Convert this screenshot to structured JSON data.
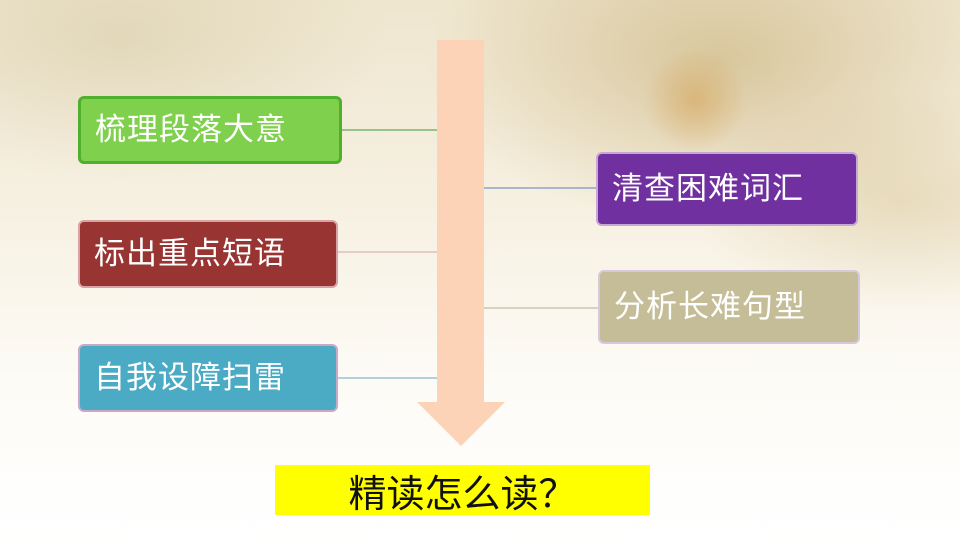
{
  "diagram": {
    "left_items": [
      {
        "label": "梳理段落大意"
      },
      {
        "label": "标出重点短语"
      },
      {
        "label": "自我设障扫雷"
      }
    ],
    "right_items": [
      {
        "label": "清查困难词汇"
      },
      {
        "label": "分析长难句型"
      }
    ],
    "bottom_title": "精读怎么读？"
  },
  "colors": {
    "green": "#7ed04d",
    "red": "#983432",
    "blue": "#4babc5",
    "purple": "#7030a0",
    "tan": "#c4bd97",
    "arrow": "#fcd3b6",
    "title_bg": "#ffff00"
  }
}
